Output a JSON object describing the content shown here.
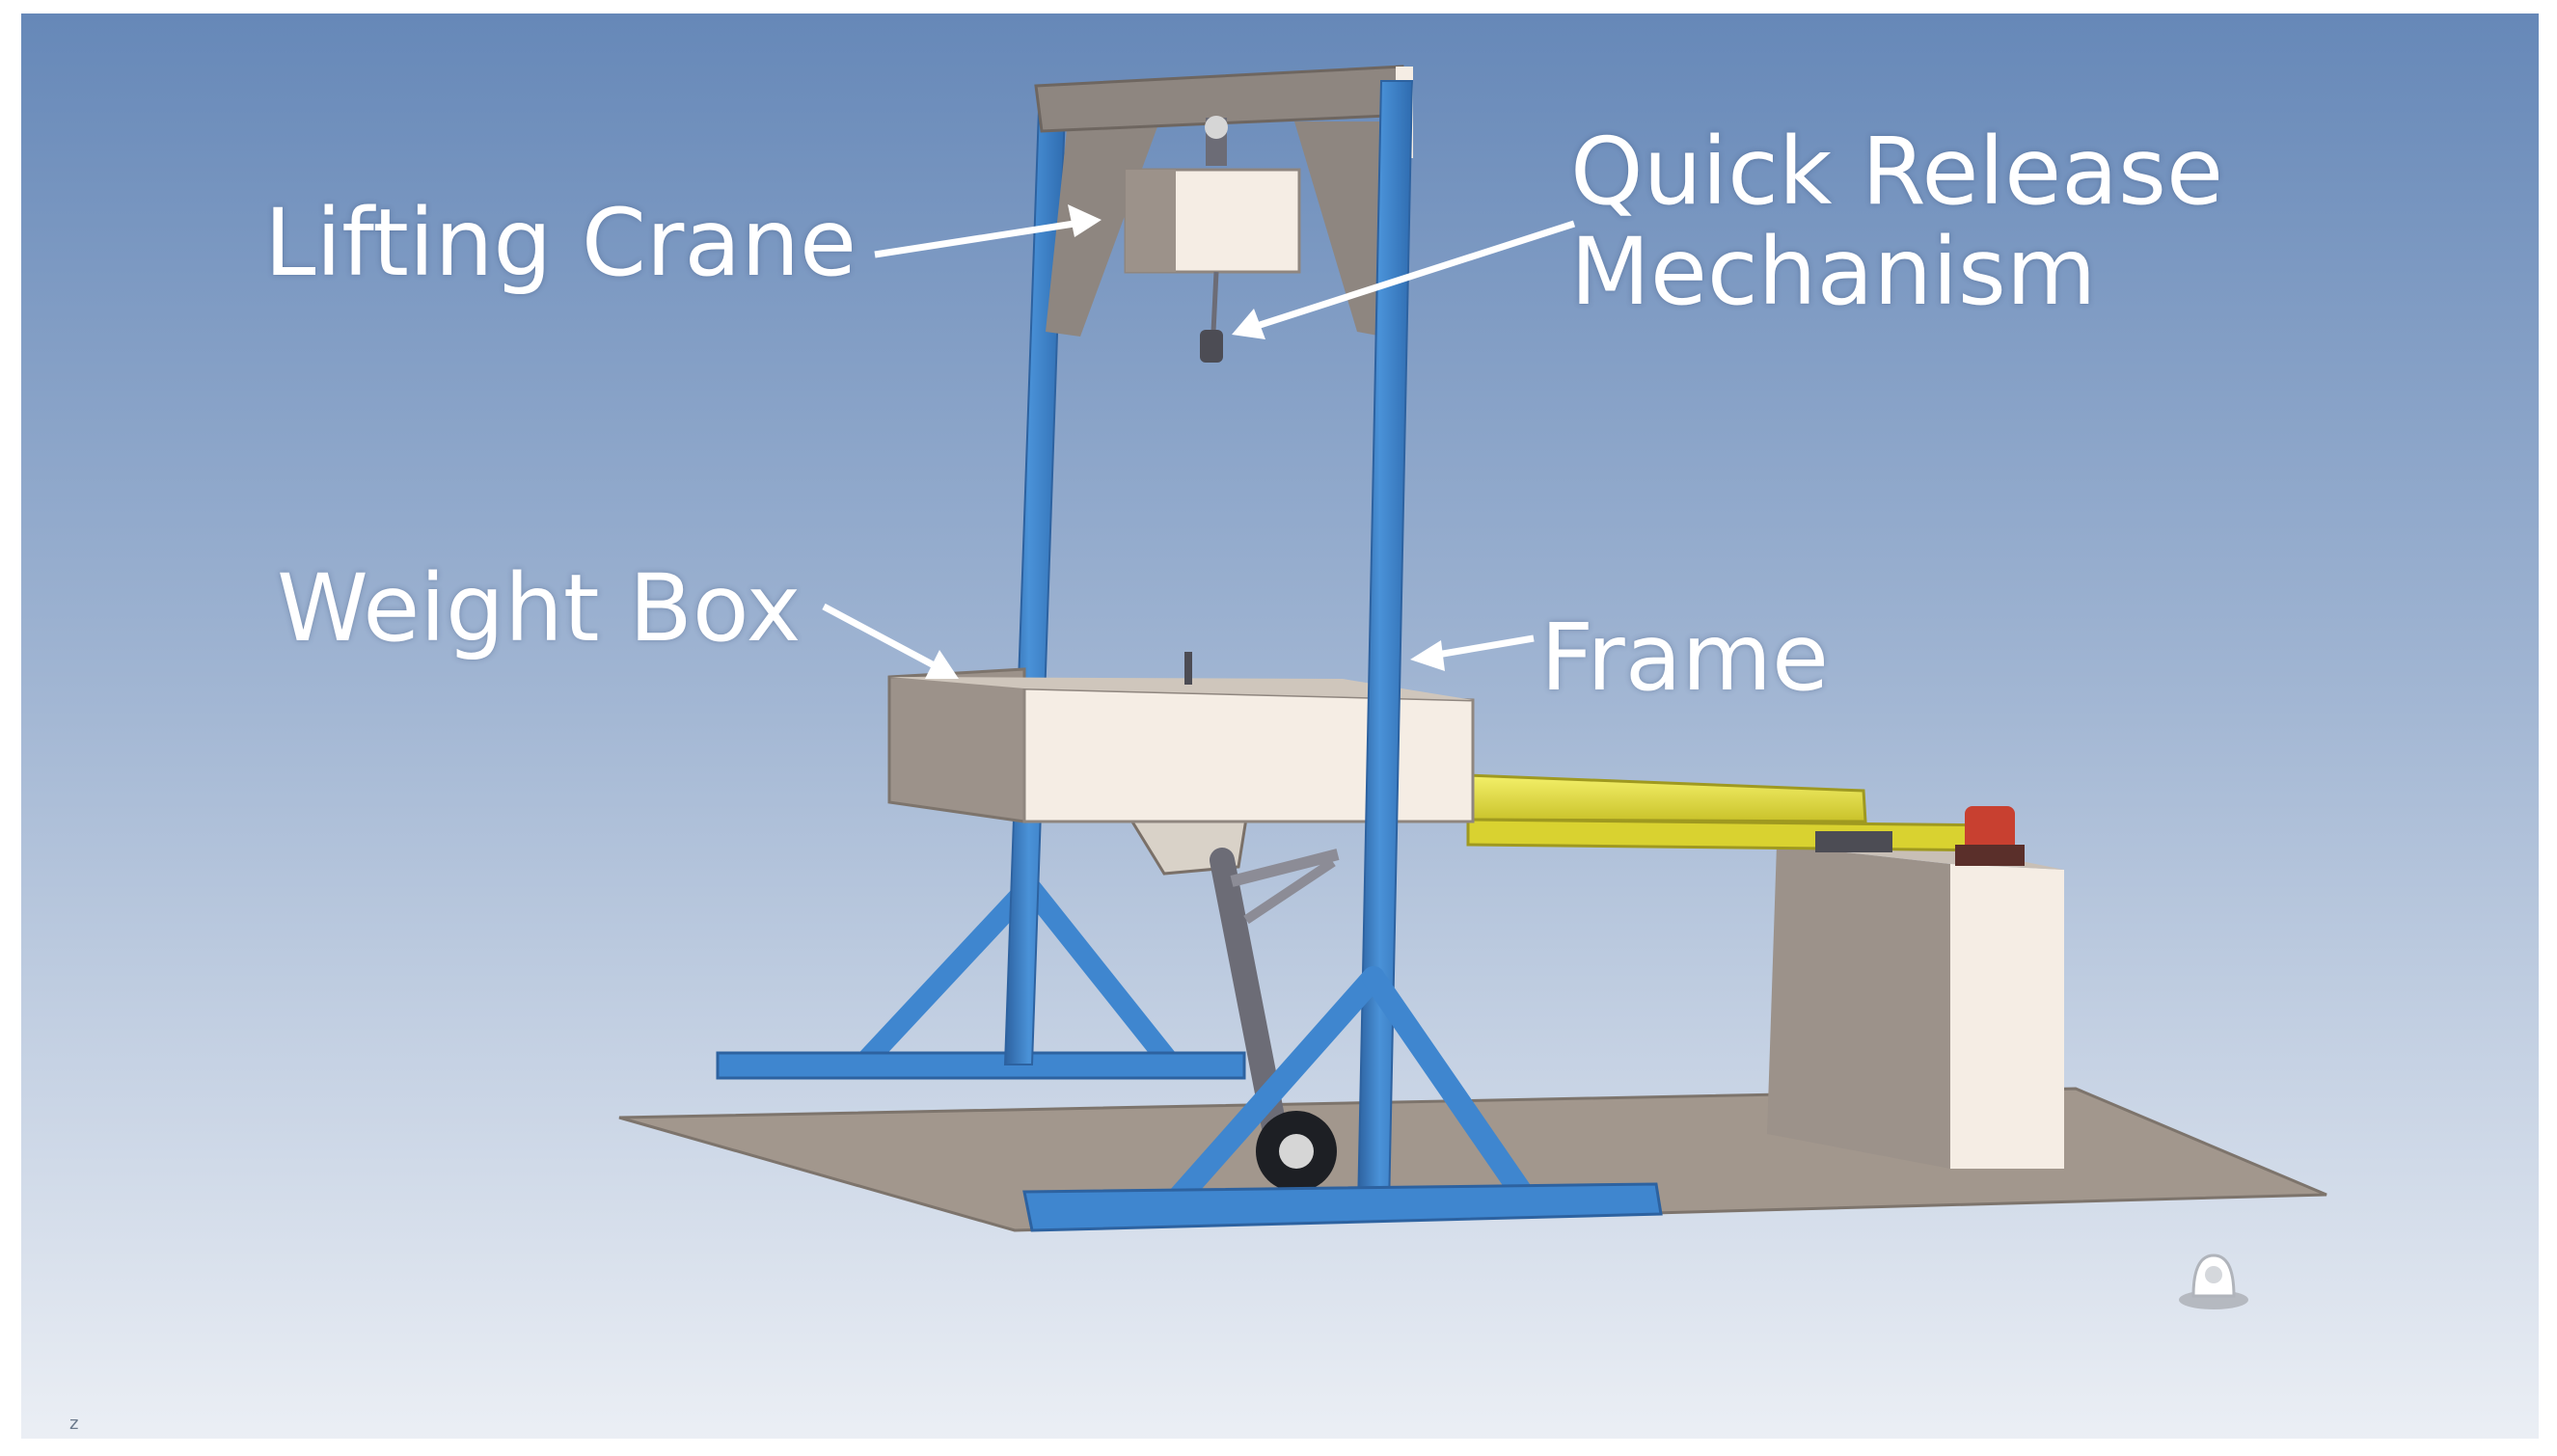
{
  "labels": {
    "lifting_crane": "Lifting Crane",
    "quick_release_line1": "Quick Release",
    "quick_release_line2": "Mechanism",
    "weight_box": "Weight Box",
    "frame": "Frame"
  },
  "icons": {
    "view_cube": "view-cube-icon",
    "corner_mark": "z"
  },
  "colors": {
    "background_top": "#6688b8",
    "background_bottom": "#eef1f6",
    "frame_blue": "#3f86cf",
    "frame_blue_dark": "#2d62a0",
    "crane_gray": "#8e8680",
    "box_light": "#f5ede4",
    "box_shadow": "#8f867f",
    "floor": "#a2978d",
    "arm_yellow": "#e8e23a",
    "joint_red": "#c84030",
    "arrow_white": "#ffffff"
  }
}
